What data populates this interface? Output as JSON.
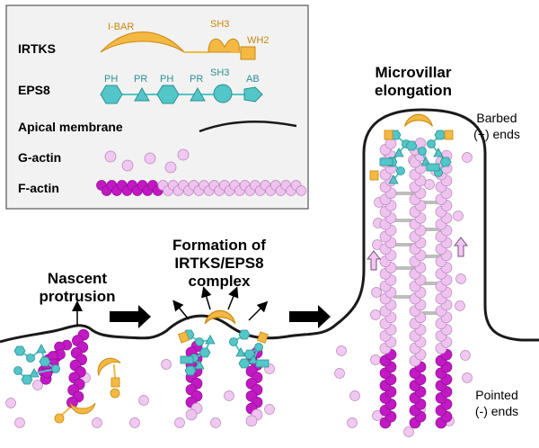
{
  "legend": {
    "irtks_label": "IRTKS",
    "irtks_domains": [
      "I-BAR",
      "SH3",
      "WH2"
    ],
    "eps8_label": "EPS8",
    "eps8_domains": [
      "PH",
      "PR",
      "PH",
      "PR",
      "SH3",
      "AB"
    ],
    "membrane_label": "Apical membrane",
    "gactin_label": "G-actin",
    "factin_label": "F-actin"
  },
  "stages": {
    "nascent": [
      "Nascent",
      "protrusion"
    ],
    "formation": [
      "Formation of",
      "IRTKS/EPS8",
      "complex"
    ],
    "elongation": [
      "Microvillar",
      "elongation"
    ]
  },
  "ends": {
    "barbed": [
      "Barbed",
      "(+) ends"
    ],
    "pointed": [
      "Pointed",
      "(-) ends"
    ]
  },
  "colors": {
    "irtks": "#F4B942",
    "eps8": "#52C6C8",
    "g_actin": "#F1C8F1",
    "f_actin_dark": "#C219C4",
    "f_actin_light": "#EFC2F0",
    "legend_bg": "#F2F2F2",
    "membrane": "#1A1A1A",
    "bundler": "#BDBDBD"
  }
}
